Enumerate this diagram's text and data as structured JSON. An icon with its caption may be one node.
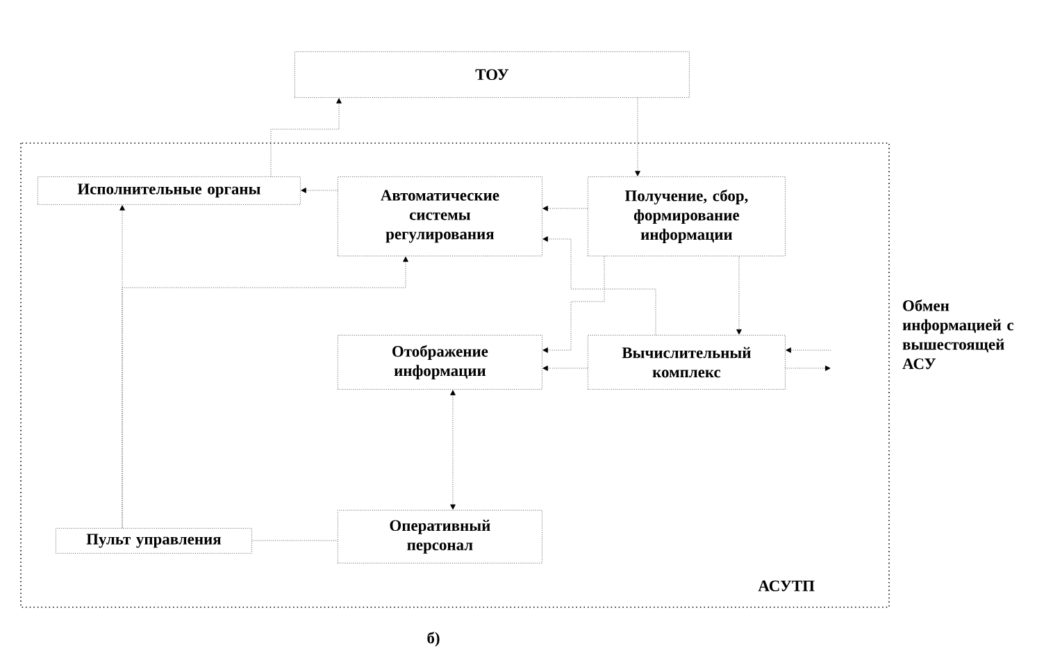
{
  "diagram": {
    "caption": "б)",
    "nodes": [
      {
        "text": [
          "ТОУ"
        ]
      },
      {
        "text": [
          "АСУТП"
        ]
      },
      {
        "text": [
          "Исполнительные органы"
        ],
        "in": 1
      },
      {
        "text": [
          "Автоматические системы регулирования"
        ],
        "in": 1
      },
      {
        "text": [
          "Получение, сбор, формирование информации"
        ],
        "in": 1
      },
      {
        "text": [
          "Отображение информации"
        ],
        "in": 1
      },
      {
        "text": [
          "Вычислительный комплекс"
        ],
        "in": 1
      },
      {
        "text": [
          "Оперативный персонал"
        ],
        "in": 1
      },
      {
        "text": [
          "Пульт управления"
        ],
        "in": 1
      }
    ],
    "edges": [
      {
        "from": 2,
        "to": 0,
        "arrow": "to"
      },
      {
        "from": 0,
        "to": 4,
        "arrow": "to"
      },
      {
        "from": 3,
        "to": 2,
        "arrow": "to"
      },
      {
        "from": 4,
        "to": 3,
        "arrow": "to"
      },
      {
        "from": 6,
        "to": 3,
        "arrow": "to"
      },
      {
        "from": 4,
        "to": 5,
        "arrow": "to"
      },
      {
        "from": 4,
        "to": 6,
        "arrow": "to"
      },
      {
        "from": 6,
        "to": 5,
        "arrow": "to"
      },
      {
        "from": 5,
        "to": 7,
        "arrow": "both"
      },
      {
        "from": 8,
        "to": 2,
        "arrow": "to"
      },
      {
        "from": 8,
        "to": 3,
        "arrow": "to"
      },
      {
        "from": 8,
        "to": 7,
        "arrow": "none"
      },
      {
        "from": null,
        "to": 6,
        "arrow": "to"
      },
      {
        "from": 6,
        "to": null,
        "arrow": "to"
      }
    ],
    "labels": [
      "Обмен информацией с вышестоящей АСУ"
    ]
  }
}
